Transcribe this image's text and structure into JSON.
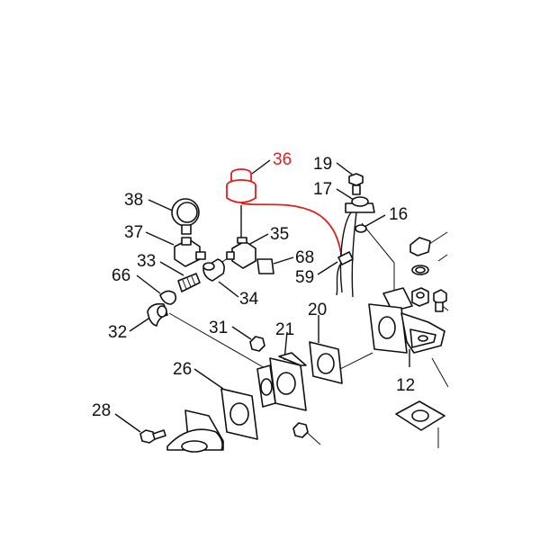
{
  "highlight_color": "#e0201e",
  "callouts": [
    {
      "id": "c36",
      "text": "36",
      "highlight": true
    },
    {
      "id": "c19",
      "text": "19"
    },
    {
      "id": "c17",
      "text": "17"
    },
    {
      "id": "c16",
      "text": "16"
    },
    {
      "id": "c38",
      "text": "38"
    },
    {
      "id": "c37",
      "text": "37"
    },
    {
      "id": "c35",
      "text": "35"
    },
    {
      "id": "c68",
      "text": "68"
    },
    {
      "id": "c59",
      "text": "59"
    },
    {
      "id": "c33",
      "text": "33"
    },
    {
      "id": "c66",
      "text": "66"
    },
    {
      "id": "c34",
      "text": "34"
    },
    {
      "id": "c32",
      "text": "32"
    },
    {
      "id": "c31",
      "text": "31"
    },
    {
      "id": "c21",
      "text": "21"
    },
    {
      "id": "c20",
      "text": "20"
    },
    {
      "id": "c26",
      "text": "26"
    },
    {
      "id": "c12",
      "text": "12"
    },
    {
      "id": "c28",
      "text": "28"
    }
  ]
}
